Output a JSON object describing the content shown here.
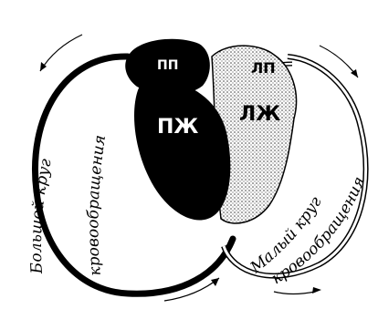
{
  "chambers": {
    "right_atrium": "ПП",
    "right_ventricle": "ПЖ",
    "left_atrium": "ЛП",
    "left_ventricle": "ЛЖ"
  },
  "circulation": {
    "systemic": {
      "line1": "Большой круг",
      "line2": "кровообращения"
    },
    "pulmonary": {
      "line1": "Малый круг",
      "line2": "кровообращения"
    }
  },
  "colors": {
    "ink": "#000000",
    "paper": "#ffffff",
    "stipple": "#555555"
  }
}
